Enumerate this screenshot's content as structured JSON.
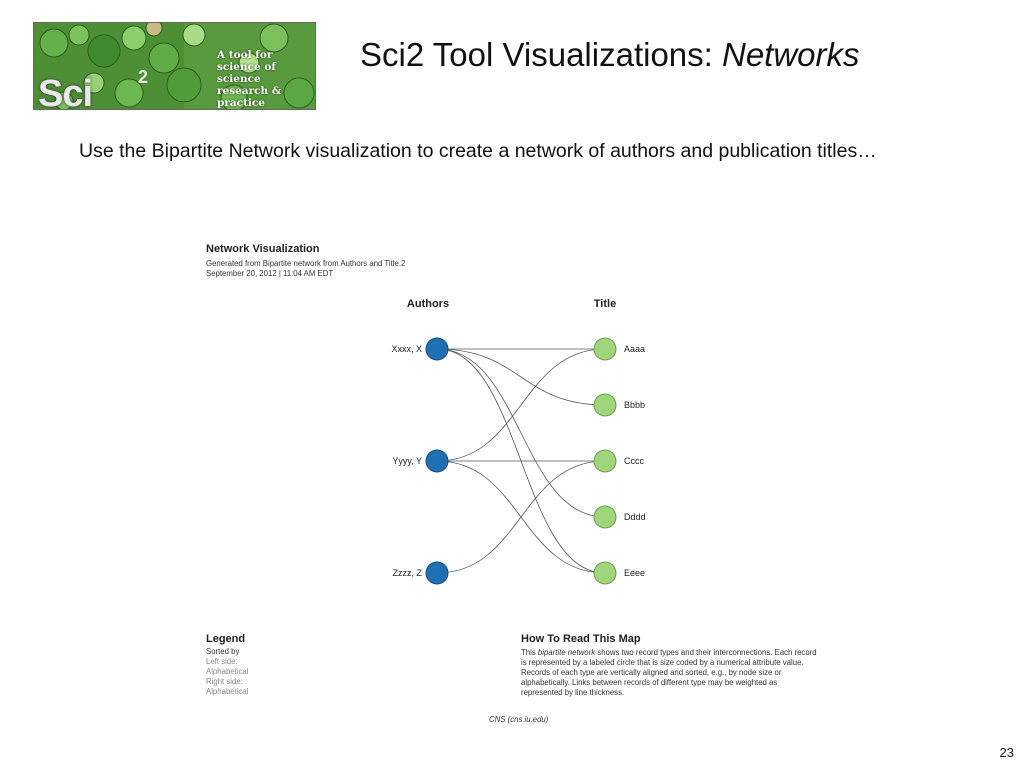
{
  "slide": {
    "title_main": "Sci2 Tool Visualizations: ",
    "title_italic": "Networks",
    "intro": "Use the Bipartite Network visualization to create a network of authors and publication titles…",
    "page_number": "23"
  },
  "logo": {
    "wordmark": "Sci",
    "superscript": "2",
    "tagline_1": "A tool for",
    "tagline_2": "science of science",
    "tagline_3": "research & practice"
  },
  "figure": {
    "title": "Network Visualization",
    "subtitle_1": "Generated from Bipartite network from Authors and Title.2",
    "subtitle_2": "September 20, 2012 | 11:04 AM EDT",
    "left_header": "Authors",
    "right_header": "Title",
    "left_color": "#1f6fb2",
    "right_color": "#9fd67a",
    "legend": {
      "heading": "Legend",
      "sorted_by": "Sorted by",
      "left_side": "Left side:",
      "left_sort": "Alphabetical",
      "right_side": "Right side:",
      "right_sort": "Alphabetical"
    },
    "how_to_read": {
      "heading": "How To Read This Map",
      "body_pre": "This ",
      "body_em": "bipartite network",
      "body_post": " shows two record types and their interconnections. Each record is represented by a labeled circle that is size coded by a numerical attribute value. Records of each type are vertically aligned and sorted, e.g., by node size or alphabetically. Links between records of different type may be weighted as represented by line thickness."
    },
    "credit": "CNS (cns.iu.edu)"
  },
  "network": {
    "authors": [
      "Xxxx, X",
      "Yyyy, Y",
      "Zzzz, Z"
    ],
    "titles": [
      "Aaaa",
      "Bbbb",
      "Cccc",
      "Dddd",
      "Eeee"
    ],
    "edges": [
      [
        "Xxxx, X",
        "Aaaa"
      ],
      [
        "Xxxx, X",
        "Bbbb"
      ],
      [
        "Xxxx, X",
        "Dddd"
      ],
      [
        "Xxxx, X",
        "Eeee"
      ],
      [
        "Yyyy, Y",
        "Aaaa"
      ],
      [
        "Yyyy, Y",
        "Cccc"
      ],
      [
        "Yyyy, Y",
        "Eeee"
      ],
      [
        "Zzzz, Z",
        "Cccc"
      ]
    ]
  }
}
